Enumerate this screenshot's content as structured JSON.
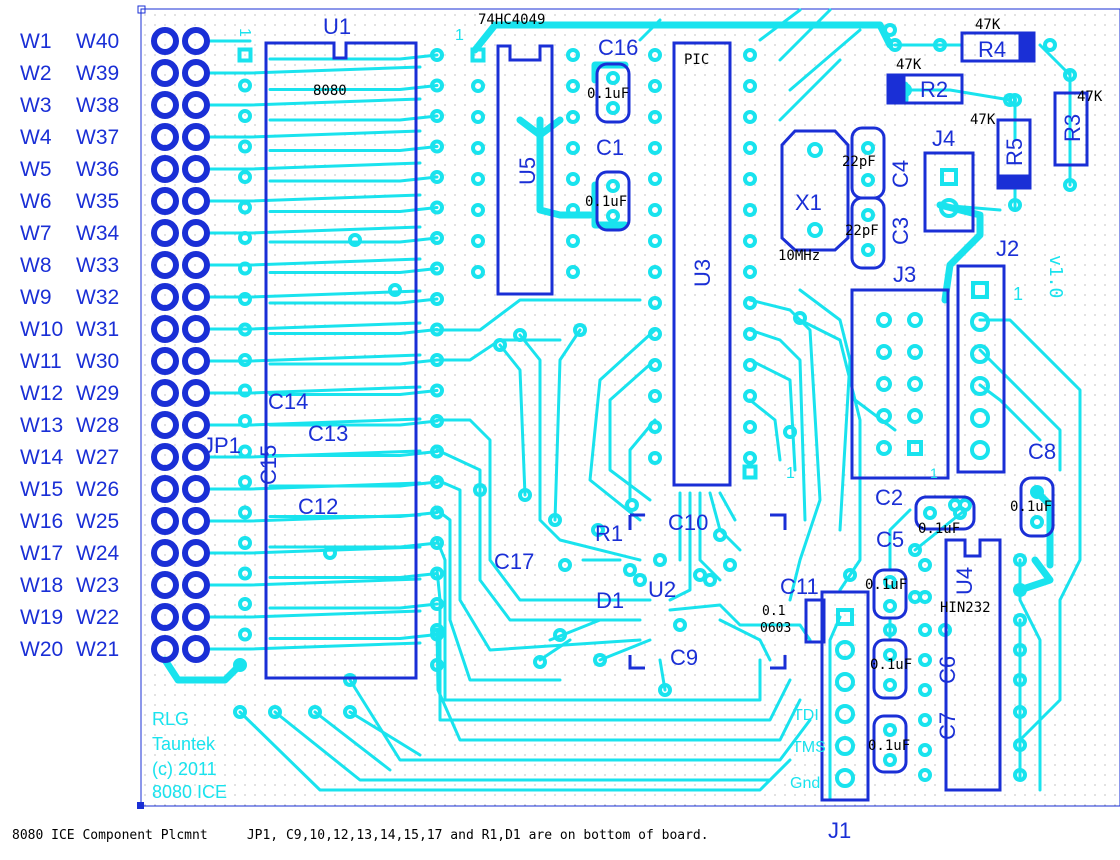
{
  "board": {
    "caption_left": "8080 ICE Component Plcmnt",
    "caption_right": "JP1, C9,10,12,13,14,15,17 and R1,D1 are on bottom of board.",
    "silk_lines": [
      "RLG",
      "Tauntek",
      "(c) 2011",
      "8080 ICE"
    ],
    "version": "v1.0",
    "colors": {
      "trace": "#19e3ee",
      "silk": "#1a2fd6",
      "background": "#ffffff",
      "grid": "#8a8a8a"
    }
  },
  "pin_labels": {
    "left": [
      "W1",
      "W2",
      "W3",
      "W4",
      "W5",
      "W6",
      "W7",
      "W8",
      "W9",
      "W10",
      "W11",
      "W12",
      "W13",
      "W14",
      "W15",
      "W16",
      "W17",
      "W18",
      "W19",
      "W20"
    ],
    "right": [
      "W40",
      "W39",
      "W38",
      "W37",
      "W36",
      "W35",
      "W34",
      "W33",
      "W32",
      "W31",
      "W30",
      "W29",
      "W28",
      "W27",
      "W26",
      "W25",
      "W24",
      "W23",
      "W22",
      "W21"
    ]
  },
  "components": {
    "U1": {
      "ref": "U1",
      "part": "8080"
    },
    "U2": {
      "ref": "U2"
    },
    "U3": {
      "ref": "U3",
      "part": "PIC"
    },
    "U4": {
      "ref": "U4",
      "part": "HIN232"
    },
    "U5": {
      "ref": "U5",
      "part": "74HC4049"
    },
    "X1": {
      "ref": "X1",
      "value": "10MHz"
    },
    "JP1": "JP1",
    "J1": "J1",
    "J2": "J2",
    "J3": "J3",
    "J4": "J4",
    "R1": "R1",
    "D1": "D1",
    "R2": {
      "ref": "R2",
      "value": "47K"
    },
    "R3": {
      "ref": "R3",
      "value": "47K"
    },
    "R4": {
      "ref": "R4",
      "value": "47K"
    },
    "R5": {
      "ref": "R5",
      "value": "47K"
    },
    "C1": {
      "ref": "C1",
      "value": "0.1uF"
    },
    "C2": {
      "ref": "C2",
      "value": "0.1uF"
    },
    "C3": {
      "ref": "C3",
      "value": "22pF"
    },
    "C4": {
      "ref": "C4",
      "value": "22pF"
    },
    "C5": {
      "ref": "C5",
      "value": "0.1uF"
    },
    "C6": {
      "ref": "C6",
      "value": "0.1uF"
    },
    "C7": {
      "ref": "C7",
      "value": "0.1uF"
    },
    "C8": {
      "ref": "C8",
      "value": "0.1uF"
    },
    "C9": "C9",
    "C10": "C10",
    "C11": {
      "ref": "C11",
      "value1": "0.1",
      "value2": "0603"
    },
    "C12": "C12",
    "C13": "C13",
    "C14": "C14",
    "C15": "C15",
    "C16": {
      "ref": "C16",
      "value": "0.1uF"
    },
    "C17": "C17"
  },
  "j1_pins": [
    "TDI",
    "TMS",
    "Gnd"
  ],
  "pin1_marker": "1"
}
